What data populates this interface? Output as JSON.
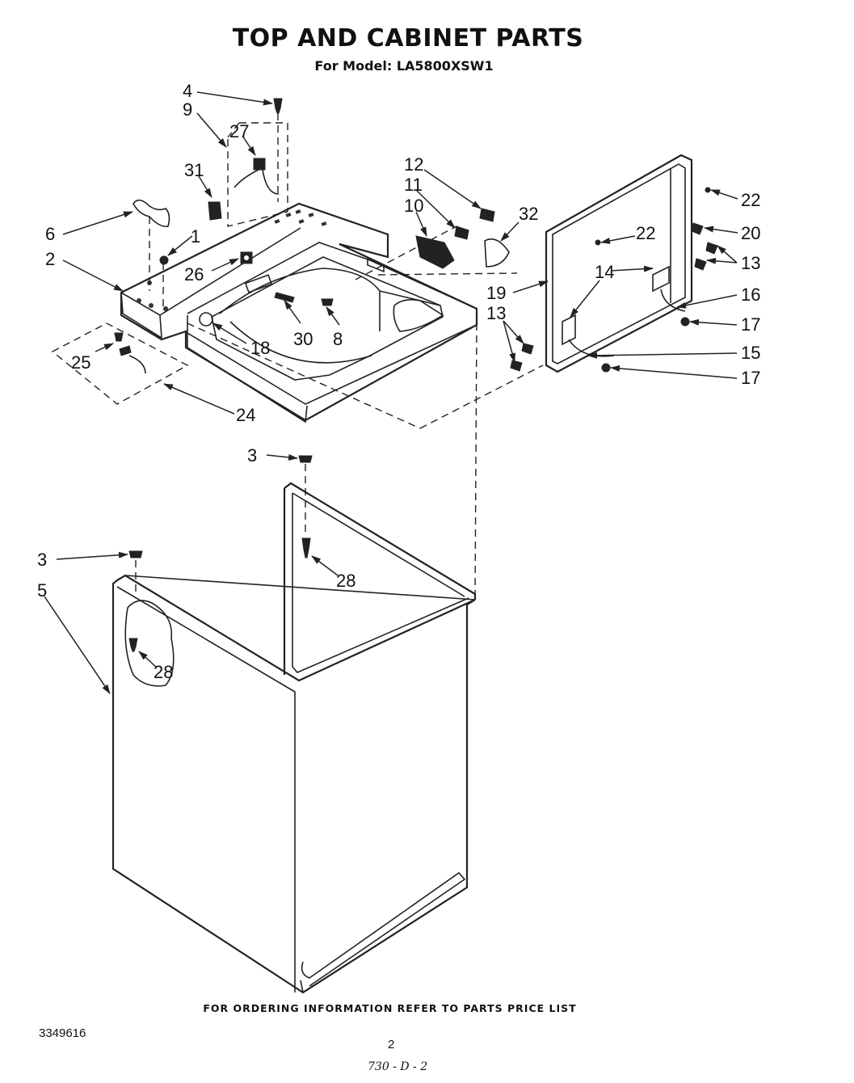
{
  "title": "TOP AND CABINET PARTS",
  "model_line": "For Model: LA5800XSW1",
  "footer_note": "FOR ORDERING INFORMATION REFER TO PARTS PRICE LIST",
  "doc_number": "3349616",
  "page_number": "2",
  "handwritten_note": "730 - D - 2",
  "callouts": {
    "c4": "4",
    "c9": "9",
    "c27": "27",
    "c31": "31",
    "c6": "6",
    "c1": "1",
    "c2": "2",
    "c26": "26",
    "c25": "25",
    "c24": "24",
    "c18": "18",
    "c30": "30",
    "c8": "8",
    "c12": "12",
    "c11": "11",
    "c10": "10",
    "c32": "32",
    "c22a": "22",
    "c22b": "22",
    "c20": "20",
    "c13a": "13",
    "c14": "14",
    "c19": "19",
    "c16": "16",
    "c13b": "13",
    "c17a": "17",
    "c15": "15",
    "c17b": "17",
    "c3a": "3",
    "c28a": "28",
    "c3b": "3",
    "c5": "5",
    "c28b": "28"
  }
}
